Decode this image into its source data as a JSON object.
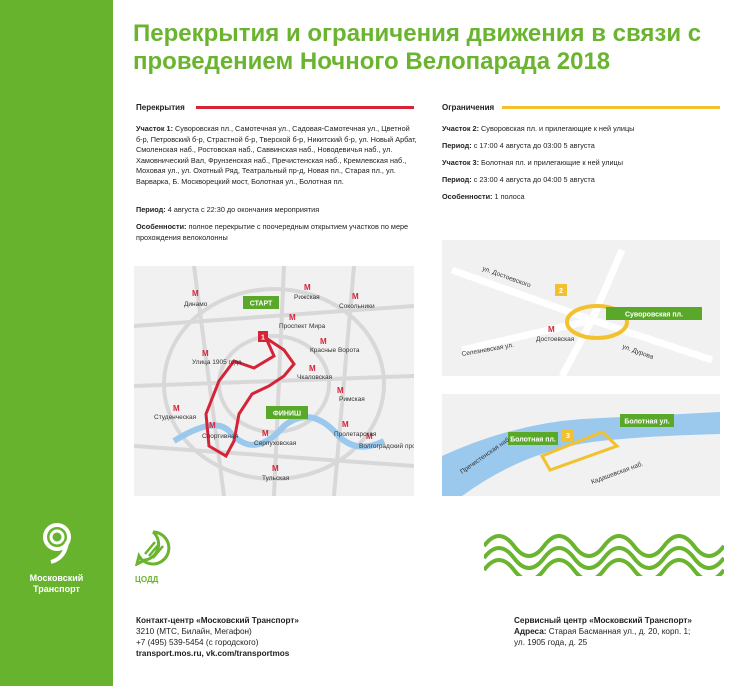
{
  "title": "Перекрытия и ограничения движения в связи с проведением Ночного Велопарада 2018",
  "closures": {
    "heading": "Перекрытия",
    "section_label": "Участок 1:",
    "section_text": "Суворовская пл., Самотечная ул., Садовая-Самотечная ул., Цветной б-р, Петровский б-р, Страстной б-р, Тверской б-р, Никитский б-р, ул. Новый Арбат, Смоленская наб., Ростовская наб., Саввинская наб., Новодевичья наб., ул. Хамовнический Вал, Фрунзенская наб., Пречистенская наб., Кремлевская наб., Моховая ул., ул. Охотный Ряд, Театральный пр-д, Новая пл., Старая пл., ул. Варварка, Б. Москворецкий мост, Болотная ул., Болотная пл.",
    "period_label": "Период:",
    "period_text": "4 августа с 22:30 до окончания мероприятия",
    "features_label": "Особенности:",
    "features_text": "полное перекрытие с поочередным открытием участков по мере прохождения велоколонны"
  },
  "restrictions": {
    "heading": "Ограничения",
    "s2_label": "Участок 2:",
    "s2_text": "Суворовская пл. и прилегающие к ней улицы",
    "p2_label": "Период:",
    "p2_text": "с 17:00 4 августа до 03:00 5 августа",
    "s3_label": "Участок 3:",
    "s3_text": "Болотная пл. и прилегающие к ней улицы",
    "p3_label": "Период:",
    "p3_text": "с 23:00 4 августа до 04:00 5 августа",
    "f_label": "Особенности:",
    "f_text": "1 полоса"
  },
  "map1": {
    "start": "СТАРТ",
    "finish": "ФИНИШ",
    "marker": "1",
    "stations": [
      "Динамо",
      "Рижская",
      "Сокольники",
      "Проспект Мира",
      "Красные Ворота",
      "Чкаловская",
      "Улица 1905 года",
      "Римская",
      "Студенческая",
      "Спортивная",
      "Серпуховская",
      "Пролетарская",
      "Волгоградский проспект",
      "Тульская"
    ]
  },
  "map2": {
    "marker": "2",
    "tag": "Суворовская пл.",
    "streets": [
      "ул. Достоевского",
      "Селезневская ул.",
      "ул. Дурова"
    ],
    "station": "Достоевская"
  },
  "map3": {
    "marker": "3",
    "tag1": "Болотная пл.",
    "tag2": "Болотная ул.",
    "streets": [
      "Пречистенская наб.",
      "Кадашевская наб."
    ]
  },
  "brand": {
    "line1": "Московский",
    "line2": "Транспорт"
  },
  "tsodd": "ЦОДД",
  "contact": {
    "heading": "Контакт-центр «Московский Транспорт»",
    "line1": "3210 (МТС, Билайн, Мегафон)",
    "line2": "+7 (495) 539-5454 (с городского)",
    "line3": "transport.mos.ru, vk.com/transportmos"
  },
  "service": {
    "heading": "Сервисный центр «Московский Транспорт»",
    "address_label": "Адреса:",
    "address1": "Старая Басманная ул., д. 20, корп. 1;",
    "address2": "ул. 1905 года, д. 25"
  },
  "colors": {
    "green": "#68b32e",
    "red": "#d52338",
    "yellow": "#f2c12e"
  }
}
